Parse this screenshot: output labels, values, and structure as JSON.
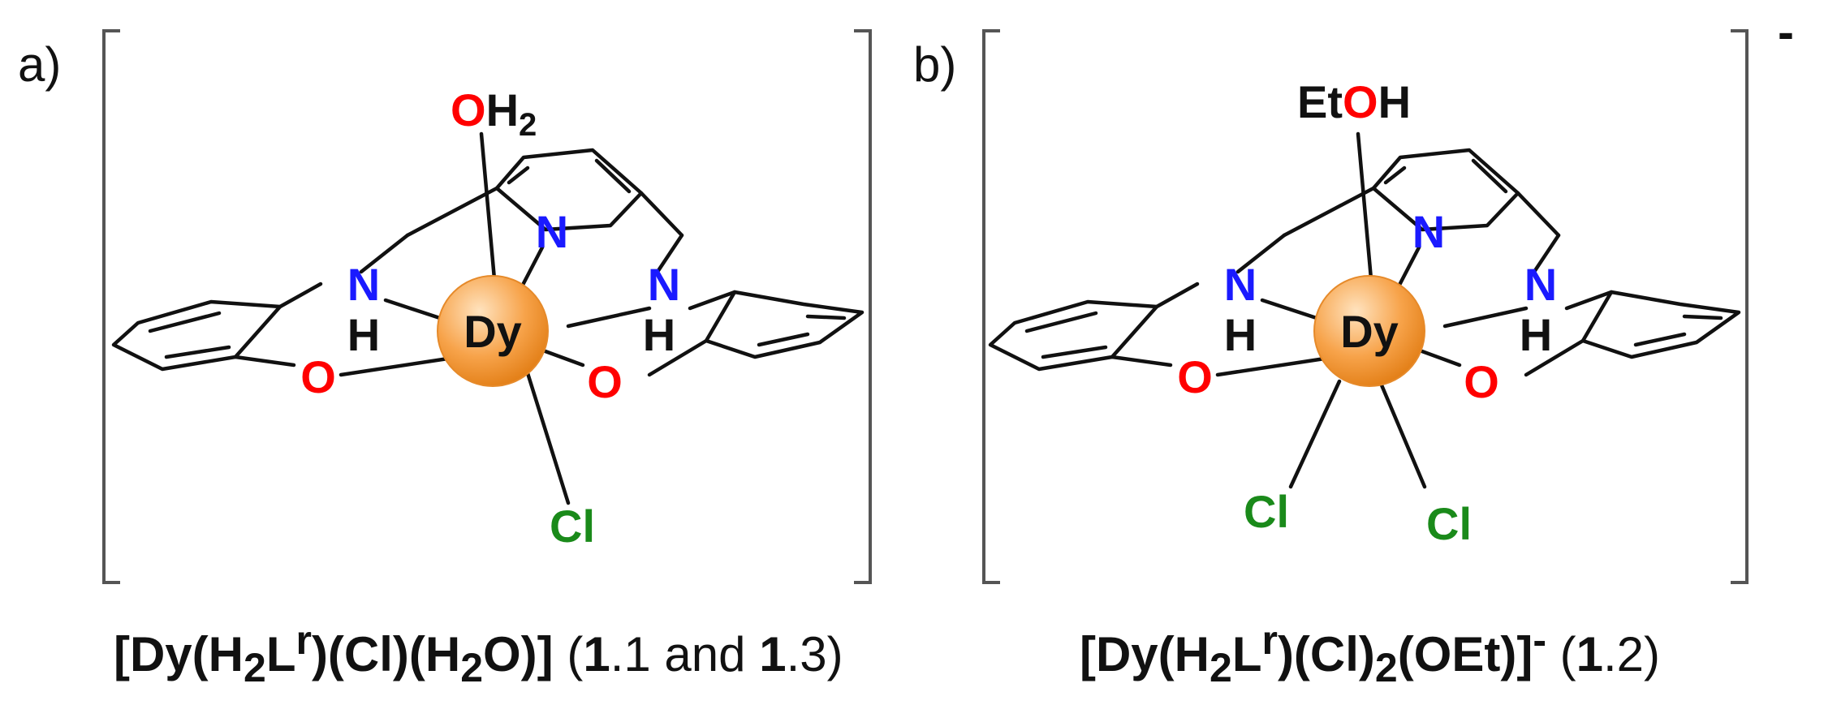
{
  "panels": [
    {
      "label": "a)",
      "charge": "",
      "atoms": {
        "metal": "Dy",
        "n_pyridine": "N",
        "n_amine": "N",
        "h": "H",
        "o": "O",
        "apical_o": "O",
        "apical_h": "H",
        "apical_sub": "2",
        "cl": "Cl"
      },
      "caption": {
        "bold_1": "[Dy(H",
        "sub_1": "2",
        "bold_2": "L",
        "sup_1": "r",
        "bold_3": ")(Cl)(H",
        "sub_2": "2",
        "bold_4": "O)]",
        "plain_1": " (",
        "bold_5": "1",
        "plain_2": ".1 and ",
        "bold_6": "1",
        "plain_3": ".3)"
      }
    },
    {
      "label": "b)",
      "charge": "-",
      "atoms": {
        "metal": "Dy",
        "n_pyridine": "N",
        "n_amine": "N",
        "h": "H",
        "o": "O",
        "apical_prefix": "Et",
        "apical_o": "O",
        "apical_h": "H",
        "cl": "Cl"
      },
      "caption": {
        "bold_1": "[Dy(H",
        "sub_1": "2",
        "bold_2": "L",
        "sup_1": "r",
        "bold_3": ")(Cl)",
        "sub_2": "2",
        "bold_4": "(OEt)]",
        "sup_2": "-",
        "plain_1": " (",
        "bold_5": "1",
        "plain_2": ".2)"
      }
    }
  ],
  "colors": {
    "nitrogen": "#1a1aff",
    "oxygen": "#ff0000",
    "chlorine": "#1a8a1a",
    "carbon": "#111111",
    "metal_sphere": "#f28c1e"
  }
}
